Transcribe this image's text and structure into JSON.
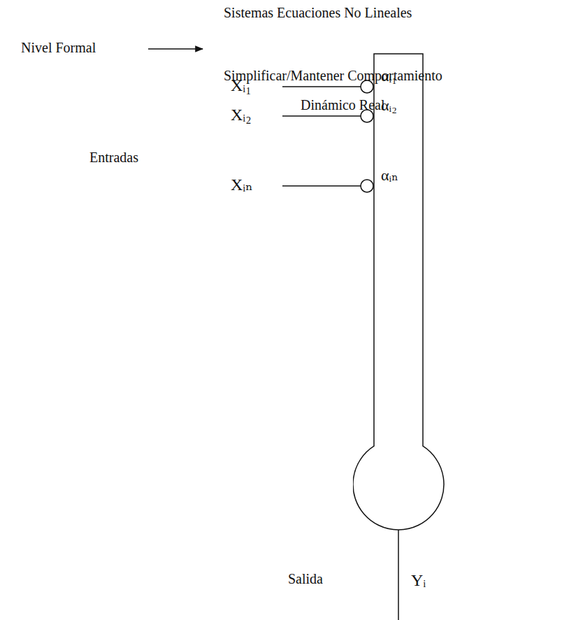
{
  "diagram": {
    "nodes": [
      {
        "text": [
          "αᵢ₁",
          "αᵢ₂",
          "αᵢₙ"
        ]
      }
    ],
    "labels": [
      "Sistemas Ecuaciones No Lineales",
      "Nivel Formal",
      "Simplificar/Mantener Comportamiento",
      "Dinámico Real",
      "Entradas",
      "Xᵢ₁",
      "Xᵢ₂",
      "Xᵢₙ",
      "Salida",
      "Yᵢ"
    ]
  }
}
